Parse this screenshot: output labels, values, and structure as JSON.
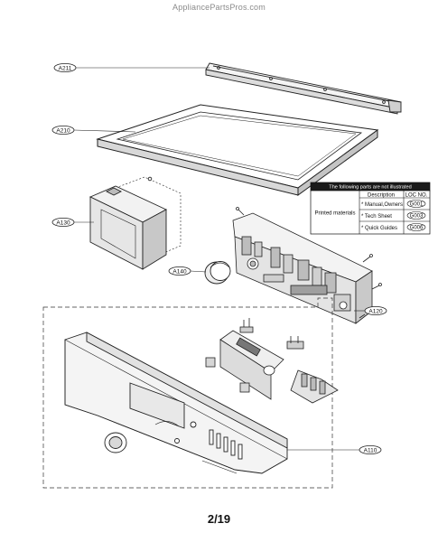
{
  "site_header": "AppliancePartsPros.com",
  "page_number": "2/19",
  "callouts": {
    "a211": "A211",
    "a210": "A210",
    "a130": "A130",
    "a140": "A140",
    "a120": "A120",
    "a110": "A110"
  },
  "not_illustrated_table": {
    "title": "The following parts are not illustrated",
    "col_description": "Description",
    "col_loc": "LOC NO.",
    "group_label": "Printed materials",
    "rows": [
      {
        "description": "* Manual,Owners",
        "loc": "G001"
      },
      {
        "description": "* Tech Sheet",
        "loc": "G003"
      },
      {
        "description": "* Quick Guides",
        "loc": "G006"
      }
    ]
  }
}
